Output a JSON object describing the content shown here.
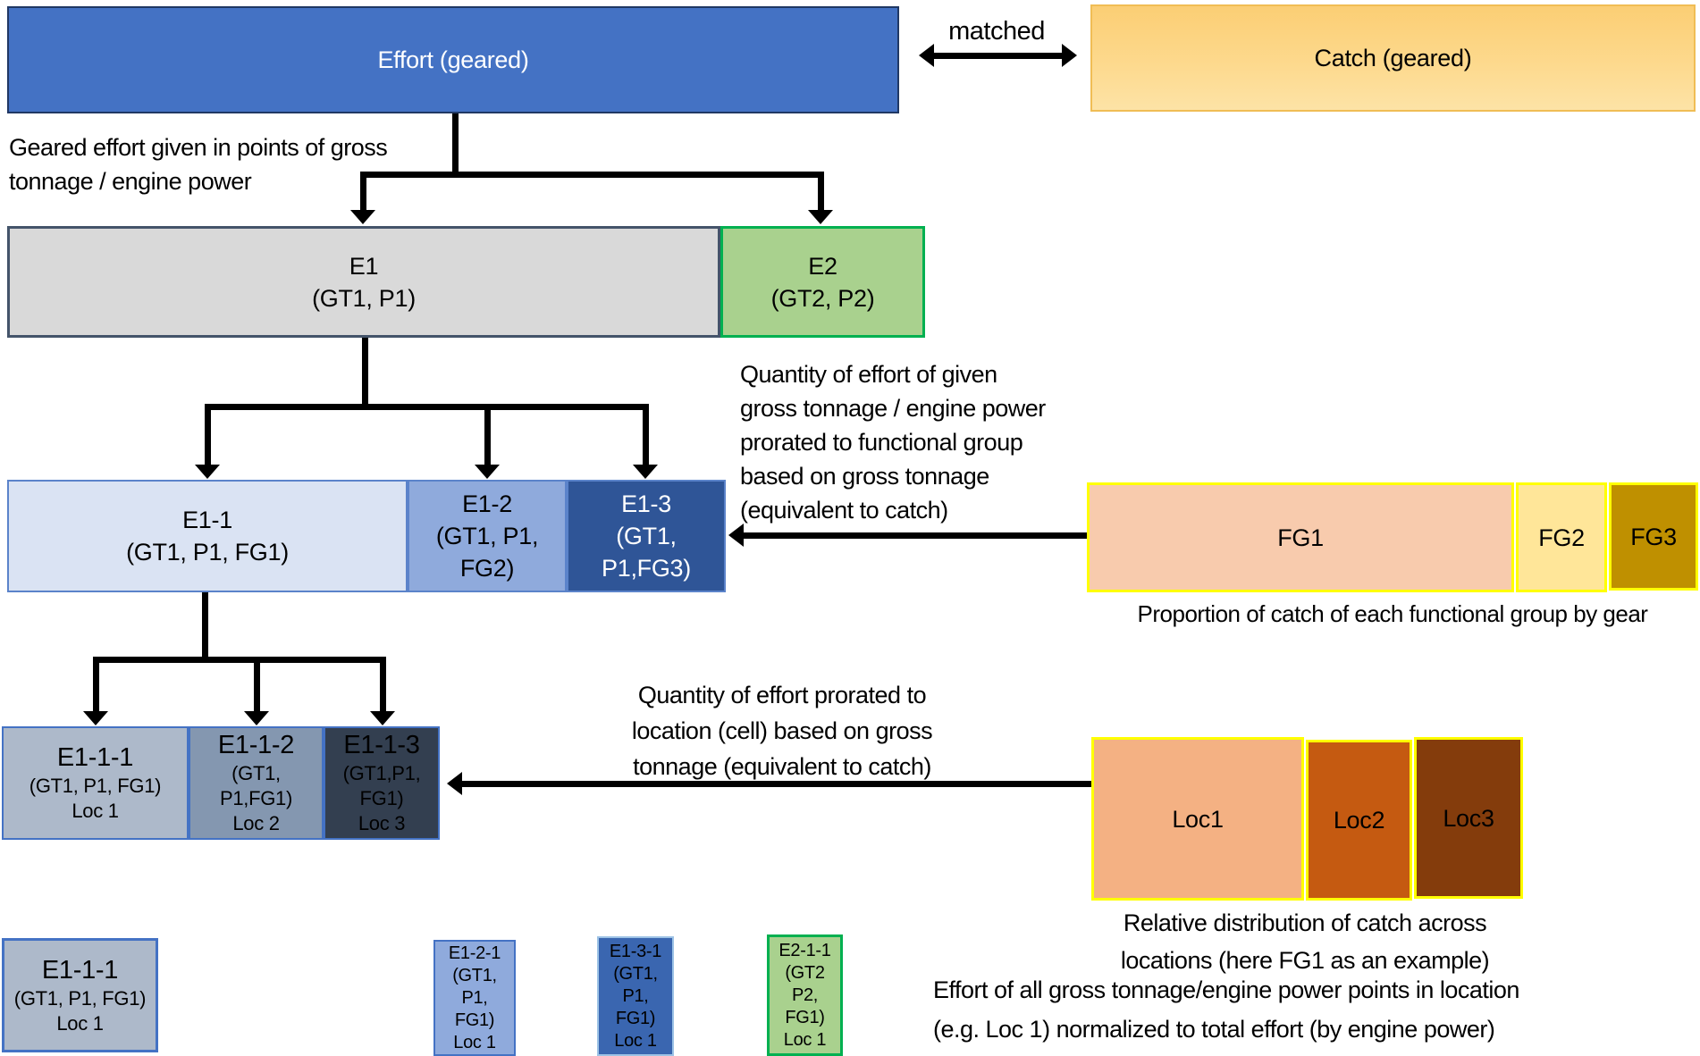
{
  "header": {
    "effort_label": "Effort (geared)",
    "matched_label": "matched",
    "catch_label": "Catch (geared)"
  },
  "annotations": {
    "geared_effort": [
      "Geared effort given in points of gross",
      "tonnage / engine power"
    ],
    "prorated_fg": [
      "Quantity of effort of given",
      "gross tonnage / engine power",
      "prorated to functional group",
      "based on gross tonnage",
      "(equivalent to catch)"
    ],
    "prorated_loc": [
      "Quantity of effort prorated to",
      "location (cell) based on gross",
      "tonnage (equivalent to catch)"
    ],
    "fg_caption": "Proportion of catch of each functional group by gear",
    "loc_caption": [
      "Relative distribution of catch across",
      "locations (here FG1 as an example)"
    ],
    "normalized": [
      "Effort of all gross tonnage/engine power points in location",
      "(e.g. Loc 1) normalized to total effort (by engine power)"
    ]
  },
  "gear_row": {
    "e1": [
      "E1",
      "(GT1, P1)"
    ],
    "e2": [
      "E2",
      "(GT2, P2)"
    ]
  },
  "fg_effort_row": {
    "e1_1": [
      "E1-1",
      "(GT1, P1, FG1)"
    ],
    "e1_2": [
      "E1-2",
      "(GT1, P1,",
      "FG2)"
    ],
    "e1_3": [
      "E1-3",
      "(GT1,",
      "P1,FG3)"
    ]
  },
  "fg_catch_row": {
    "fg1": "FG1",
    "fg2": "FG2",
    "fg3": "FG3"
  },
  "loc_effort_row": {
    "e1_1_1": [
      "E1-1-1",
      "(GT1, P1, FG1)",
      "Loc 1"
    ],
    "e1_1_2": [
      "E1-1-2",
      "(GT1,",
      "P1,FG1)",
      "Loc 2"
    ],
    "e1_1_3": [
      "E1-1-3",
      "(GT1,P1,",
      "FG1)",
      "Loc 3"
    ]
  },
  "loc_catch_row": {
    "loc1": "Loc1",
    "loc2": "Loc2",
    "loc3": "Loc3"
  },
  "normalized_row": {
    "e1_1_1": [
      "E1-1-1",
      "(GT1, P1, FG1)",
      "Loc 1"
    ],
    "e1_2_1": [
      "E1-2-1",
      "(GT1,",
      "P1,",
      "FG1)",
      "Loc 1"
    ],
    "e1_3_1": [
      "E1-3-1",
      "(GT1,",
      "P1,",
      "FG1)",
      "Loc 1"
    ],
    "e2_1_1": [
      "E2-1-1",
      "(GT2",
      "P2,",
      "FG1)",
      "Loc 1"
    ]
  },
  "colors": {
    "effort_blue": "#4472c4",
    "effort_border": "#203864",
    "catch_gold_top": "#fbce74",
    "catch_gold_bottom": "#fde3a6",
    "e1_gray": "#d9d9d9",
    "e1_border": "#44546a",
    "e2_green": "#a9d18e",
    "green_border": "#00b050",
    "e1_1_lightblue": "#dae3f3",
    "e1_2_blue": "#8faadc",
    "e1_3_navy": "#2f5597",
    "fg1_peach": "#f8cbad",
    "fg2_yellow": "#ffe699",
    "fg3_gold": "#bf9000",
    "yellow_border": "#ffff00",
    "loc1_orange": "#f4b183",
    "loc2_rust": "#c55a11",
    "loc3_brown": "#843c0c",
    "slate_light": "#adb9ca",
    "slate_mid": "#8497b0",
    "slate_dark": "#333f50",
    "blue_border": "#4472c4",
    "e1_3_1_blue": "#3a66b0",
    "arrow_black": "#000000"
  }
}
